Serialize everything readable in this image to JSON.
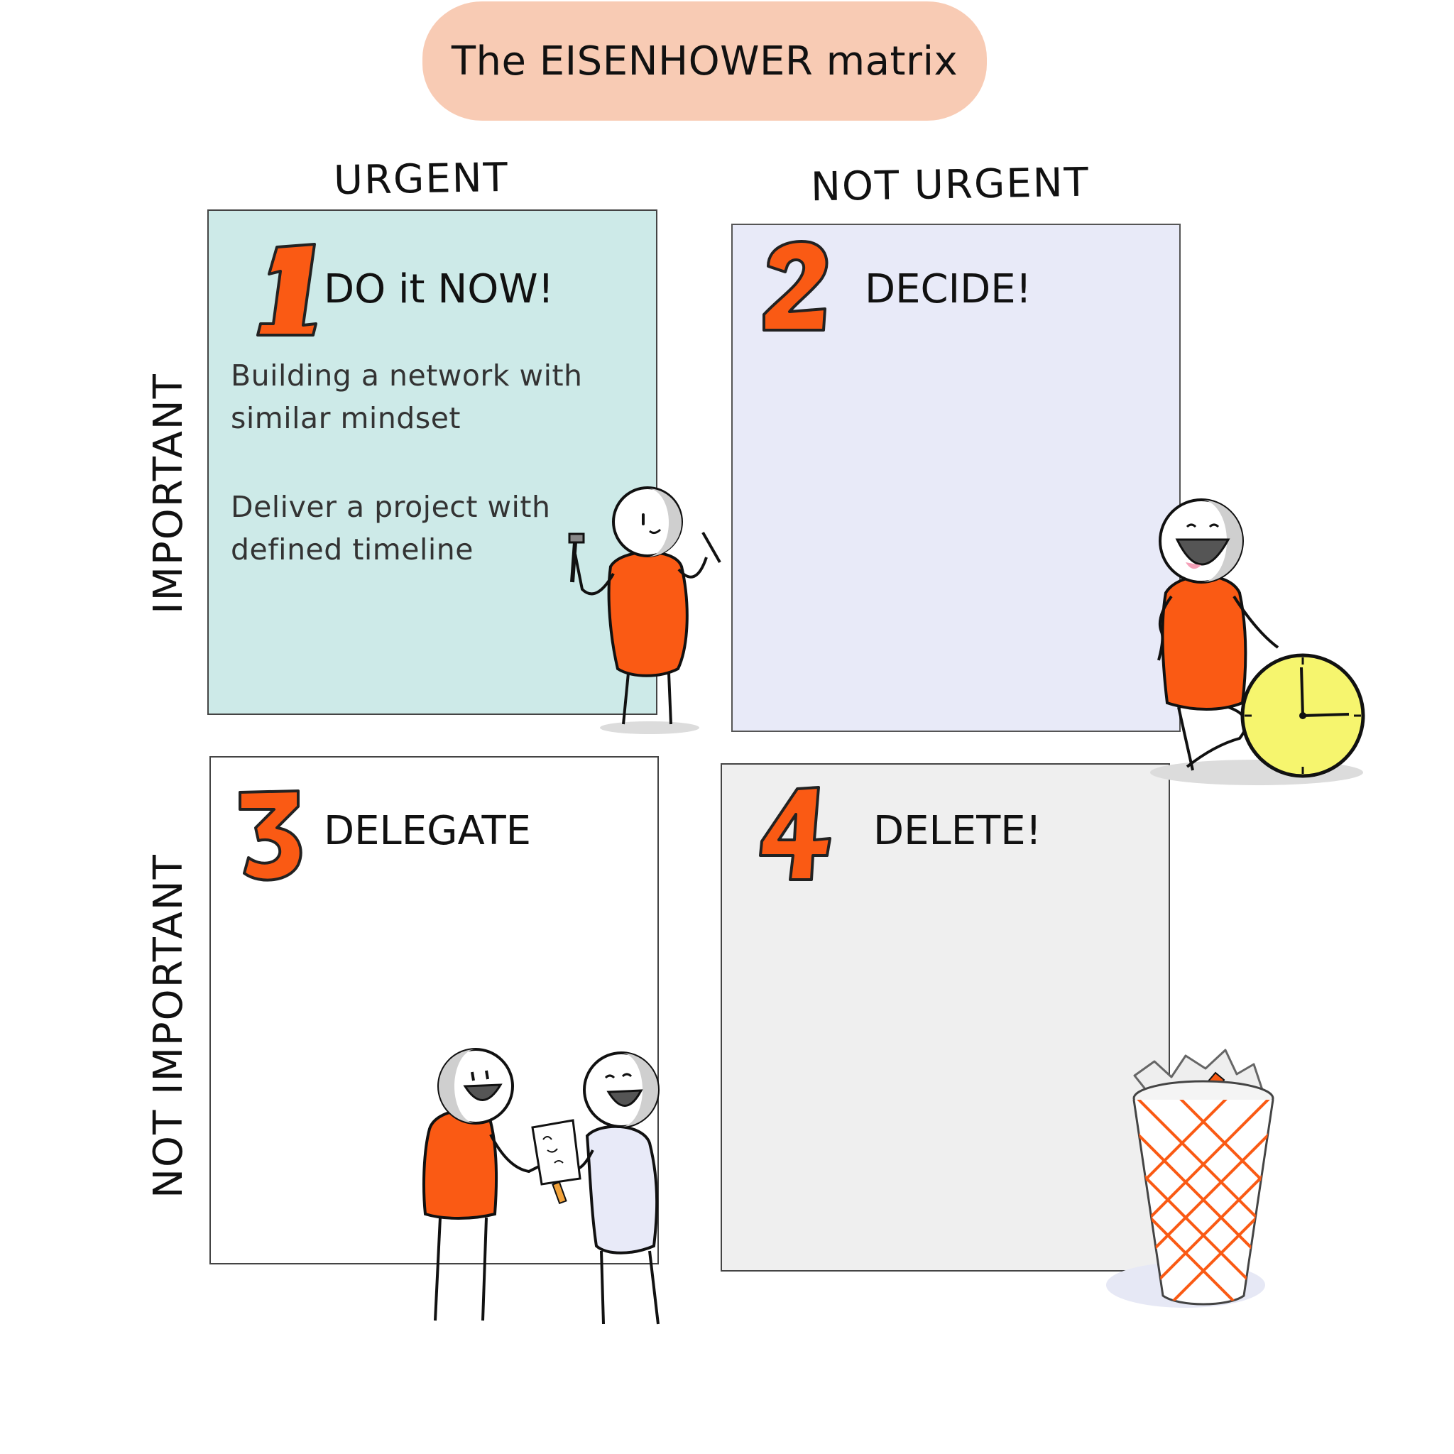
{
  "title": "The EISENHOWER matrix",
  "columns": {
    "urgent": "URGENT",
    "not_urgent": "NOT URGENT"
  },
  "rows": {
    "important": "IMPORTANT",
    "not_important": "NOT IMPORTANT"
  },
  "quadrants": [
    {
      "number": "1",
      "title": "DO it NOW!",
      "color": "#cdeae8",
      "notes": [
        [
          "Building a network with",
          "similar mindset"
        ],
        [
          "Deliver a project with",
          "defined timeline"
        ]
      ]
    },
    {
      "number": "2",
      "title": "DECIDE!",
      "color": "#e8eaf8",
      "notes": []
    },
    {
      "number": "3",
      "title": "DELEGATE",
      "color": "#ffffff",
      "notes": []
    },
    {
      "number": "4",
      "title": "DELETE!",
      "color": "#efefef",
      "notes": []
    }
  ],
  "accent_color": "#fa5a14",
  "clock_color": "#f6f56e"
}
